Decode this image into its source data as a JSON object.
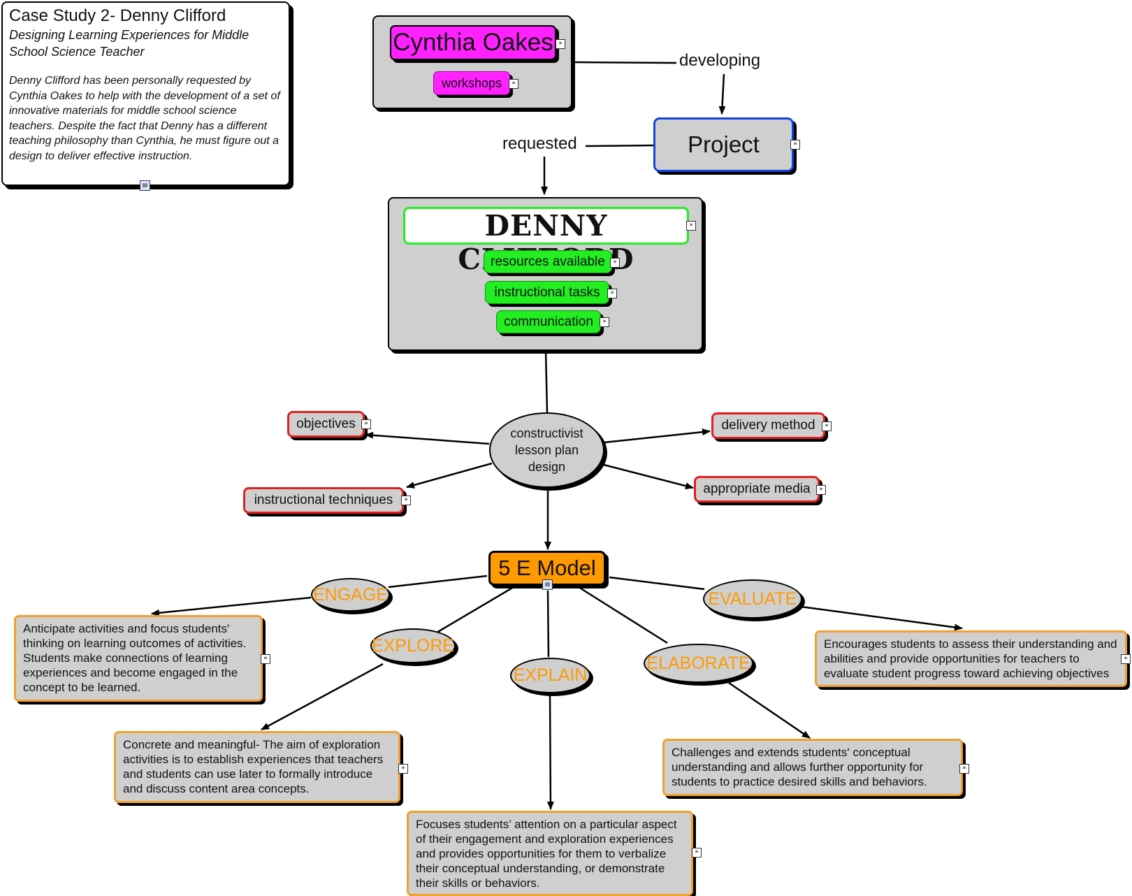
{
  "case_box": {
    "title": "Case Study 2- Denny Clifford",
    "subtitle": "Designing Learning Experiences for Middle School Science Teacher",
    "body": "Denny Clifford has been personally requested by Cynthia Oakes to help with the development of a set of innovative materials for middle school science teachers.  Despite the fact that Denny has a different teaching philosophy than Cynthia, he must figure out a design to deliver effective instruction."
  },
  "cynthia": {
    "name": "Cynthia Oakes",
    "sub": "workshops"
  },
  "links": {
    "developing": "developing",
    "requested": "requested"
  },
  "project": {
    "label": "Project"
  },
  "denny": {
    "name": "DENNY CLIFFORD",
    "items": [
      "resources available",
      "instructional tasks",
      "communication"
    ]
  },
  "center": {
    "label": "constructivist lesson plan design"
  },
  "design_items": {
    "objectives": "objectives",
    "instructional_techniques": "instructional techniques",
    "delivery_method": "delivery method",
    "appropriate_media": "appropriate media"
  },
  "model": {
    "label": "5 E Model"
  },
  "phases": {
    "engage": {
      "label": "ENGAGE",
      "text": "Anticipate activities and focus students' thinking on learning outcomes of activities. Students make connections of learning experiences and become engaged in the concept to be learned."
    },
    "explore": {
      "label": "EXPLORE",
      "text": "Concrete and meaningful- The aim of exploration activities is to establish experiences that teachers and students can use later to formally introduce and discuss content area concepts."
    },
    "explain": {
      "label": "EXPLAIN",
      "text": "Focuses students’ attention on a particular aspect of their engagement and exploration experiences and provides opportunities for them to verbalize their conceptual understanding, or demonstrate their skills or behaviors."
    },
    "elaborate": {
      "label": "ELABORATE",
      "text": "Challenges and extends students' conceptual understanding and allows further opportunity for students to practice desired skills and behaviors."
    },
    "evaluate": {
      "label": "EVALUATE",
      "text": "Encourages students to assess their understanding and abilities and provide opportunities for teachers to evaluate student progress toward achieving objectives"
    }
  },
  "colors": {
    "magenta": "#ff22ff",
    "green": "#22ee22",
    "orange": "#ff9a00",
    "red": "#e02020",
    "blue": "#1144dd",
    "node_gray": "#cfcfcf"
  }
}
